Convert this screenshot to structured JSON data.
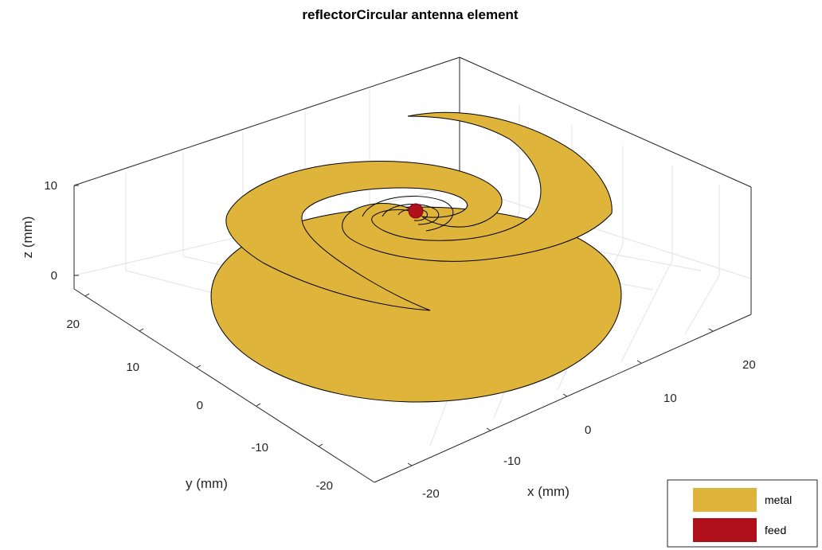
{
  "title": "reflectorCircular antenna element",
  "axes": {
    "xlabel": "x (mm)",
    "ylabel": "y (mm)",
    "zlabel": "z (mm)",
    "xticks": [
      "-20",
      "-10",
      "0",
      "10",
      "20"
    ],
    "yticks": [
      "-20",
      "-10",
      "0",
      "10",
      "20"
    ],
    "zticks": [
      "0",
      "10"
    ],
    "grid": true
  },
  "legend": {
    "placement": "bottom-right",
    "items": [
      {
        "label": "metal",
        "color": "#dfb43b"
      },
      {
        "label": "feed",
        "color": "#b0101c"
      }
    ]
  },
  "colors": {
    "metal": "#dfb43b",
    "feed": "#b0101c",
    "grid": "#e3e3e3",
    "box": "#262626"
  }
}
